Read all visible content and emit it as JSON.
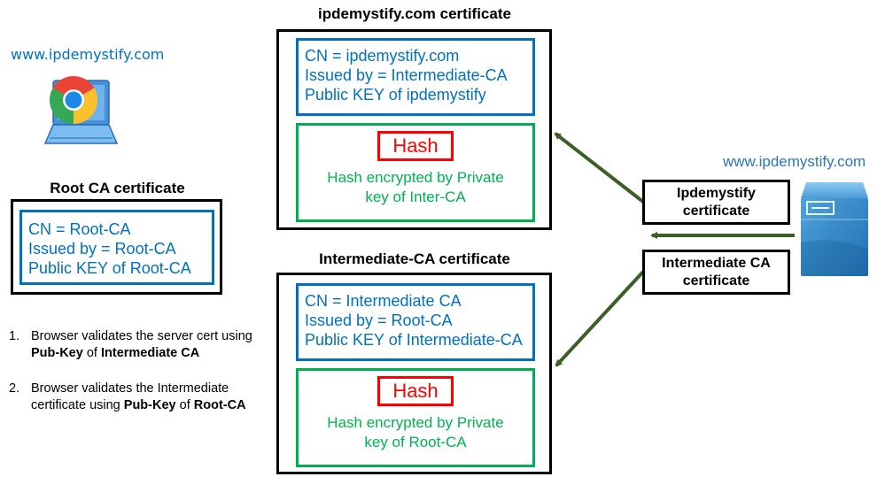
{
  "browser": {
    "url": "www.ipdemystify.com",
    "icon": "chrome-laptop-icon"
  },
  "root_ca": {
    "title": "Root CA certificate",
    "fields": [
      "CN = Root-CA",
      "Issued by = Root-CA",
      "Public KEY of Root-CA"
    ]
  },
  "server_cert": {
    "title": "ipdemystify.com certificate",
    "fields": [
      "CN = ipdemystify.com",
      "Issued by = Intermediate-CA",
      "Public KEY of ipdemystify"
    ],
    "hash_label": "Hash",
    "signature": [
      "Hash encrypted by Private",
      "key of Inter-CA"
    ]
  },
  "intermediate_cert": {
    "title": "Intermediate-CA certificate",
    "fields": [
      "CN = Intermediate CA",
      "Issued by = Root-CA",
      "Public KEY of Intermediate-CA"
    ],
    "hash_label": "Hash",
    "signature": [
      "Hash encrypted by Private",
      "key of Root-CA"
    ]
  },
  "server": {
    "url": "www.ipdemystify.com",
    "icon": "server-icon",
    "sent_certs": [
      [
        "Ipdemystify",
        "certificate"
      ],
      [
        "Intermediate CA",
        "certificate"
      ]
    ]
  },
  "steps": [
    {
      "num": "1.",
      "parts": [
        "Browser validates the server cert using ",
        "Pub-Key",
        " of ",
        "Intermediate CA",
        ""
      ]
    },
    {
      "num": "2.",
      "parts": [
        "Browser validates the Intermediate certificate using ",
        "Pub-Key",
        " of ",
        "Root-CA",
        ""
      ]
    }
  ],
  "colors": {
    "fields_blue": "#0070C0",
    "signature_green": "#00B050",
    "hash_red": "#FF0000",
    "arrow_green": "#3A5F27"
  }
}
